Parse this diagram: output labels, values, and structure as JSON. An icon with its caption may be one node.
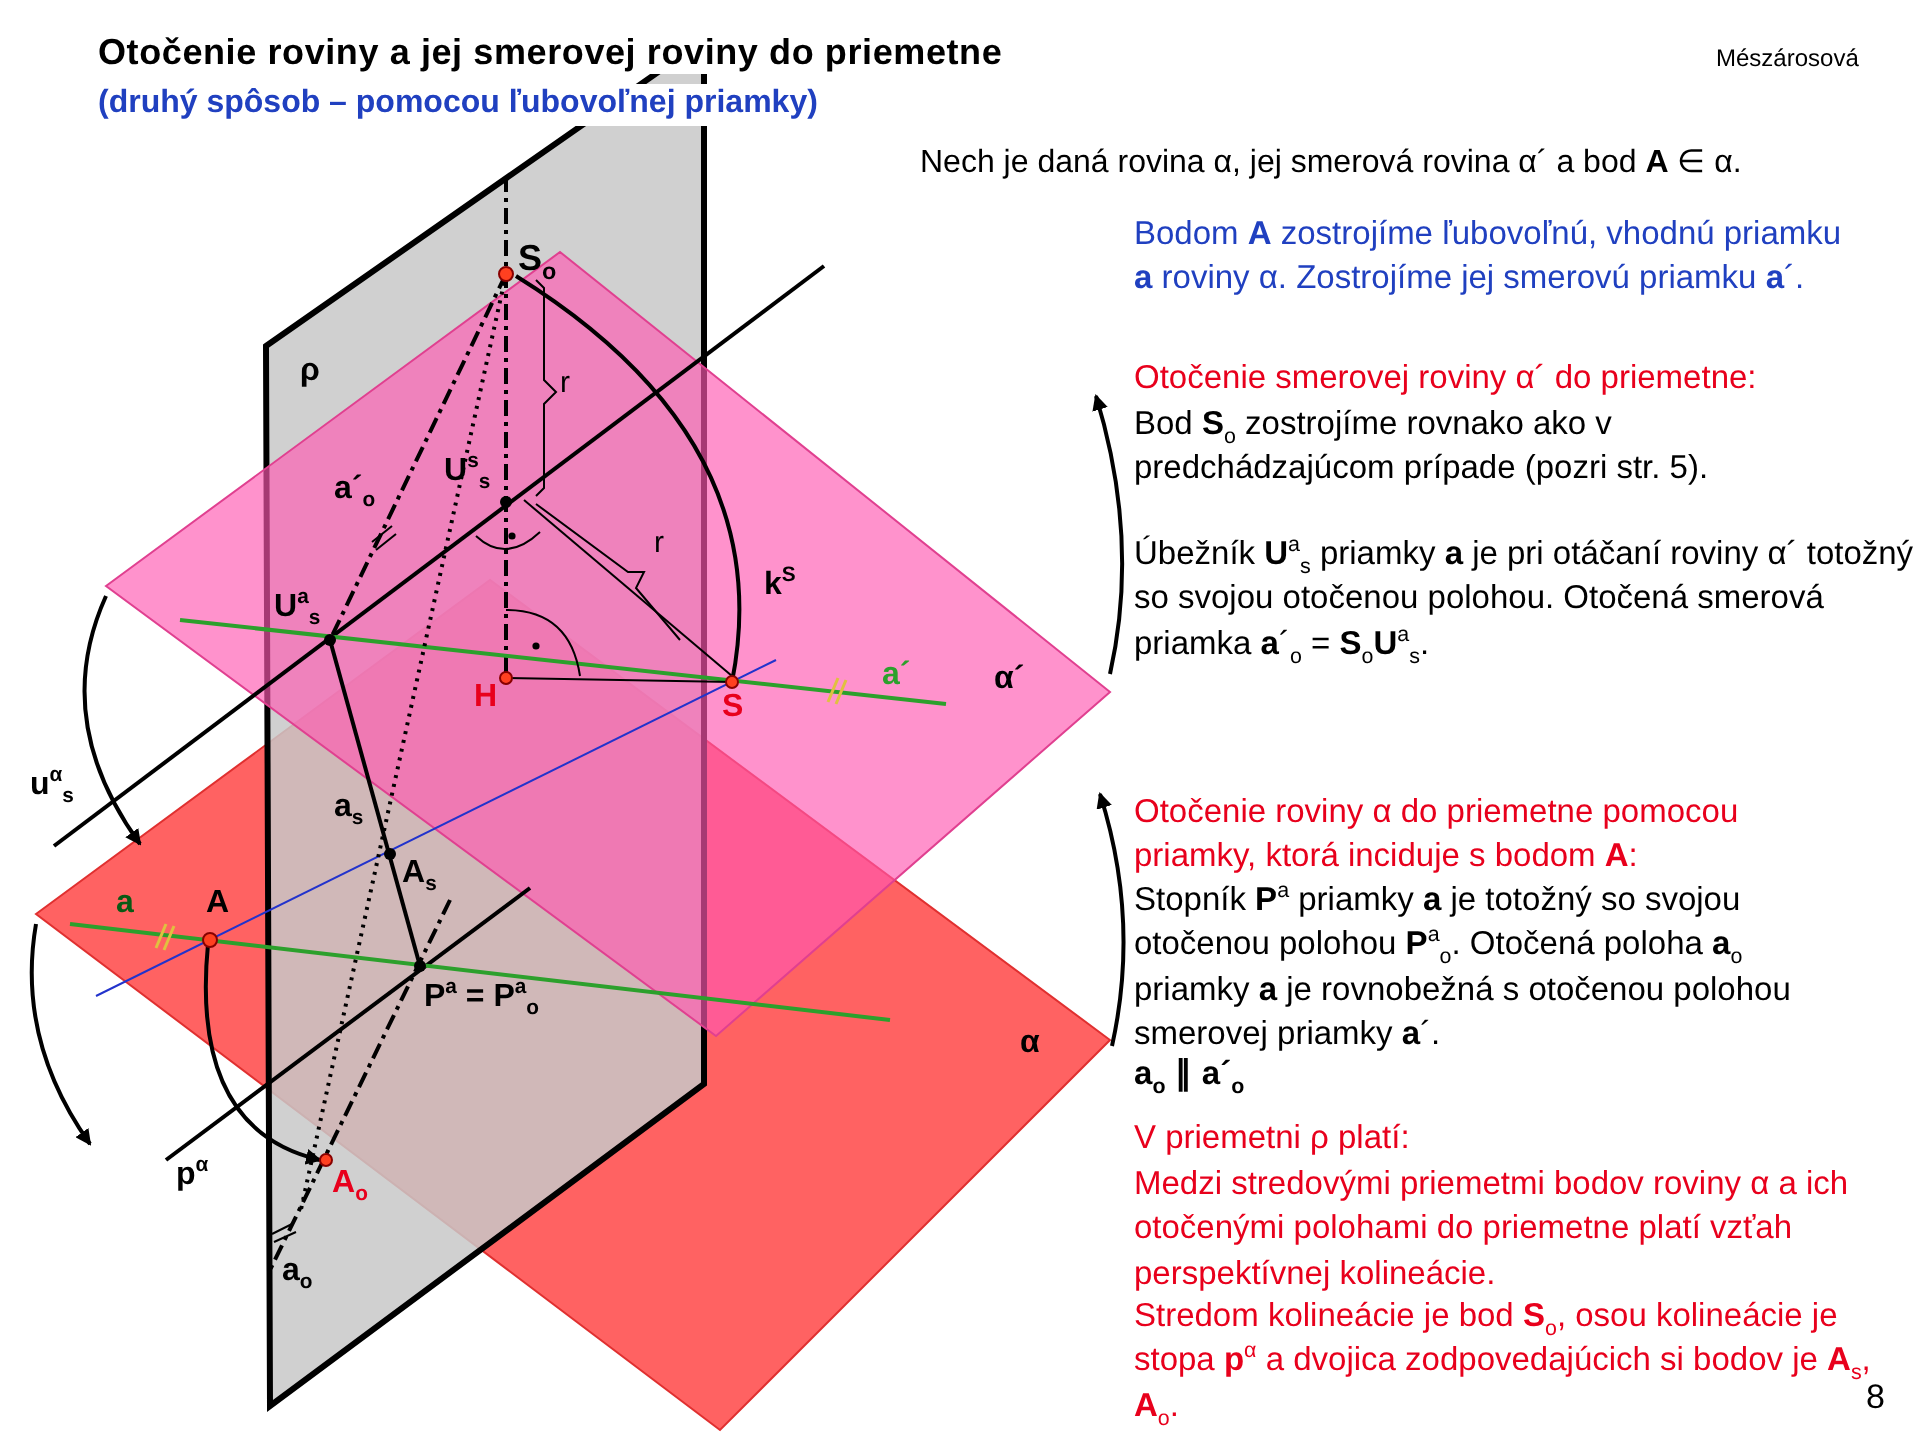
{
  "diagram": {
    "title": "Otočenie roviny a jej smerovej roviny do priemetne",
    "labels": [
      "(druhý spôsob – pomocou ľubovoľnej priamky)",
      "Mészárosová",
      "Nech je daná rovina α, jej smerová rovina α´ a bod **A** ∈ α.",
      "Bodom **A** zostrojíme ľubovoľnú, vhodnú priamku **a** roviny α. Zostrojíme jej smerovú priamku **a**´.",
      "Otočenie smerovej roviny α´ do priemetne:",
      "Bod **S**$_{o}$ zostrojíme rovnako ako v predchádzajúcom prípade (pozri str. 5).",
      "Úbežník **U**$^{a}$$_{s}$ priamky **a** je pri otáčaní roviny α´ totožný so svojou otočenou polohou. Otočená smerová priamka **a**´$_{o}$ = **S**$_{o}$**U**$^{a}$$_{s}$.",
      "Otočenie roviny α do priemetne pomocou priamky, ktorá inciduje s bodom **A**:",
      "Stopník **P**$^{a}$ priamky **a** je totožný so svojou otočenou polohou **P**$^{a}$$_{o}$. Otočená poloha **a**$_{o}$ priamky **a** je rovnobežná s otočenou polohou smerovej priamky **a**´.",
      "a$_{o}$ ∥ a´$_{o}$",
      "V priemetni ρ platí:",
      "Medzi stredovými priemetmi bodov roviny α a ich otočenými polohami do priemetne platí vzťah perspektívnej kolineácie.",
      "Stredom kolineácie je bod **S**$_{o}$, osou kolineácie je stopa **p**$^{α}$ a dvojica zodpovedajúcich si bodov je **A**$_{s}$, **A**$_{o}$.",
      "8",
      "S$_{o}$",
      "r",
      "r",
      "U$^{s}$$_{s}$",
      "a´$_{o}$",
      "k$^{S}$",
      "ρ",
      "U$^{a}$$_{s}$",
      "H",
      "S",
      "a´",
      "α´",
      "u$^{α}$$_{s}$",
      "a$_{s}$",
      "A$_{s}$",
      "a",
      "A",
      "P$^{a}$ = P$^{a}$$_{o}$",
      "α",
      "p$^{α}$",
      "A$_{o}$",
      "a$_{o}$"
    ]
  }
}
